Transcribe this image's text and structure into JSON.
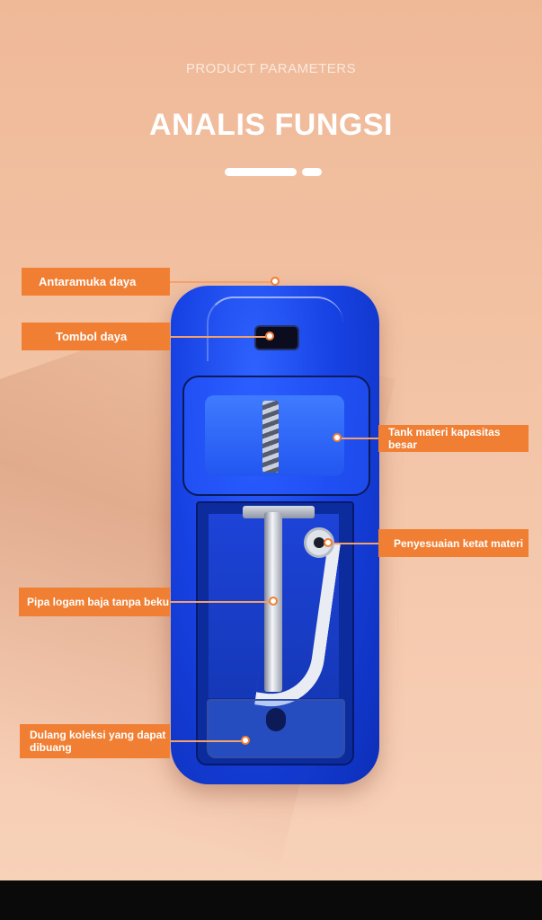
{
  "header": {
    "subtitle": "PRODUCT PARAMETERS",
    "title": "ANALIS FUNGSI"
  },
  "callouts": {
    "power_interface": "Antaramuka daya",
    "power_button": "Tombol daya",
    "tank": "Tank materi kapasitas besar",
    "tightness": "Penyesuaian ketat materi",
    "pipe": "Pipa logam baja tanpa beku",
    "tray_line1": "Dulang koleksi yang dapat",
    "tray_line2": "dibuang"
  },
  "colors": {
    "accent": "#f07f33",
    "device_blue": "#1742e4",
    "background": "#f3c4a6"
  }
}
